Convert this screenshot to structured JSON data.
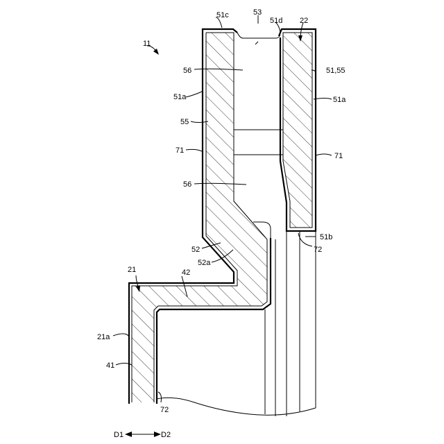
{
  "labels": {
    "n11": "11",
    "n21": "21",
    "n22": "22",
    "n41": "41",
    "n42": "42",
    "n51a_left": "51a",
    "n51a_right": "51a",
    "n51b": "51b",
    "n51c": "51c",
    "n51d": "51d",
    "n51_55": "51,55",
    "n52": "52",
    "n52a": "52a",
    "n53": "53",
    "n55": "55",
    "n56_top": "56",
    "n56_bottom": "56",
    "n71_left": "71",
    "n71_right": "71",
    "n72_right": "72",
    "n72_bottom": "72",
    "n21a": "21a"
  },
  "direction": {
    "left": "D1",
    "right": "D2"
  }
}
